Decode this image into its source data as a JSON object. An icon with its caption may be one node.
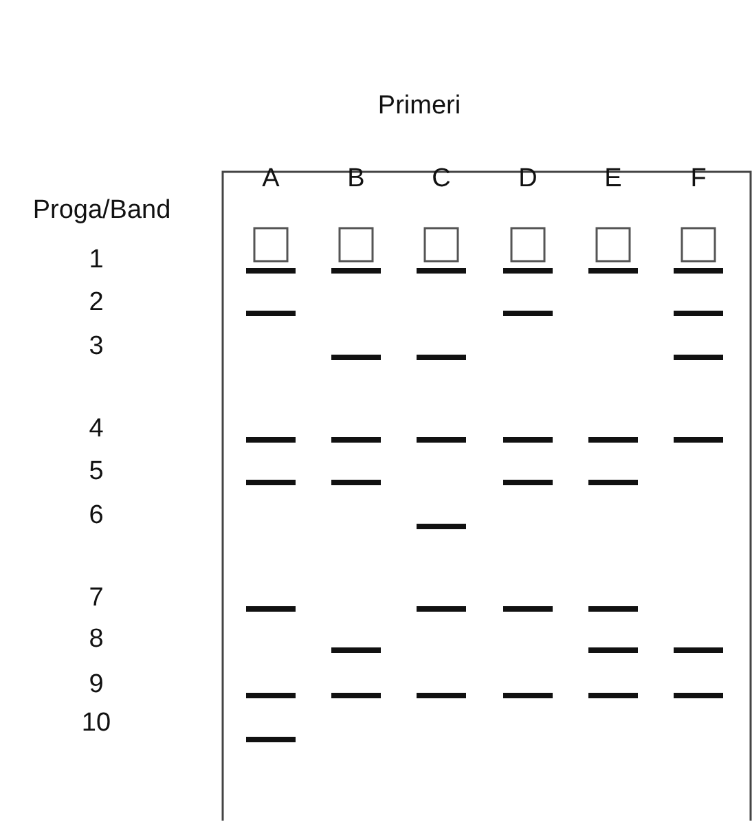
{
  "diagram": {
    "title": "Primeri",
    "labels": [
      "A",
      "B",
      "C",
      "D",
      "E",
      "F",
      "Proga/Band",
      "1",
      "2",
      "3",
      "4",
      "5",
      "6",
      "7",
      "8",
      "9",
      "10"
    ]
  }
}
